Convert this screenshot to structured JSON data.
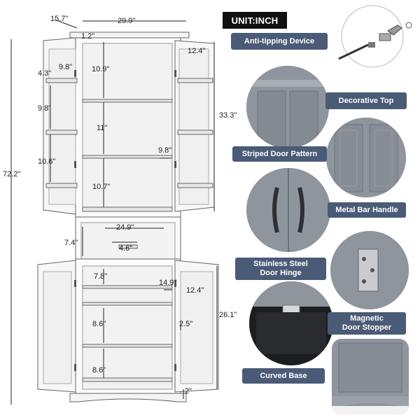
{
  "unit_label": "UNIT:INCH",
  "dimensions": {
    "depth": "15.7\"",
    "width": "29.9\"",
    "top_lip": "1.2\"",
    "upper_door_width": "12.4\"",
    "total_height": "72.2\"",
    "door_rack_top": "4.3\"",
    "door_rack_width": "9.8\"",
    "door_rack_gap_1": "9.8\"",
    "door_rack_gap_2": "10.6\"",
    "upper_shelf_1": "10.9\"",
    "upper_shelf_2": "11\"",
    "upper_shelf_3": "10.7\"",
    "upper_shelf_depth": "9.8\"",
    "upper_height": "33.3\"",
    "drawer_width": "24.9\"",
    "drawer_height": "7.4\"",
    "handle_length": "4.6\"",
    "lower_shelf_depth": "14.9\"",
    "lower_door_width": "12.4\"",
    "lower_shelf_1": "7.8\"",
    "lower_shelf_2": "8.6\"",
    "lower_shelf_3": "8.6\"",
    "shelf_adjust": "2.5\"",
    "lower_height": "26.1\"",
    "base_height": "2\""
  },
  "features": [
    {
      "label": "Anti-tipping Device",
      "icon": "anti-tipping-hardware-icon"
    },
    {
      "label": "Decorative Top",
      "icon": "decorative-top-photo"
    },
    {
      "label": "Striped Door Pattern",
      "icon": "door-pattern-photo"
    },
    {
      "label": "Metal Bar Handle",
      "icon": "metal-handle-photo"
    },
    {
      "label": "Stainless Steel\nDoor Hinge",
      "icon": "hinge-photo"
    },
    {
      "label": "Magnetic\nDoor Stopper",
      "icon": "door-stopper-photo"
    },
    {
      "label": "Curved Base",
      "icon": "curved-base-photo"
    }
  ],
  "colors": {
    "label_bg": "#4a5b78",
    "cabinet_gray": "#8e949c",
    "unit_bg": "#111111"
  }
}
